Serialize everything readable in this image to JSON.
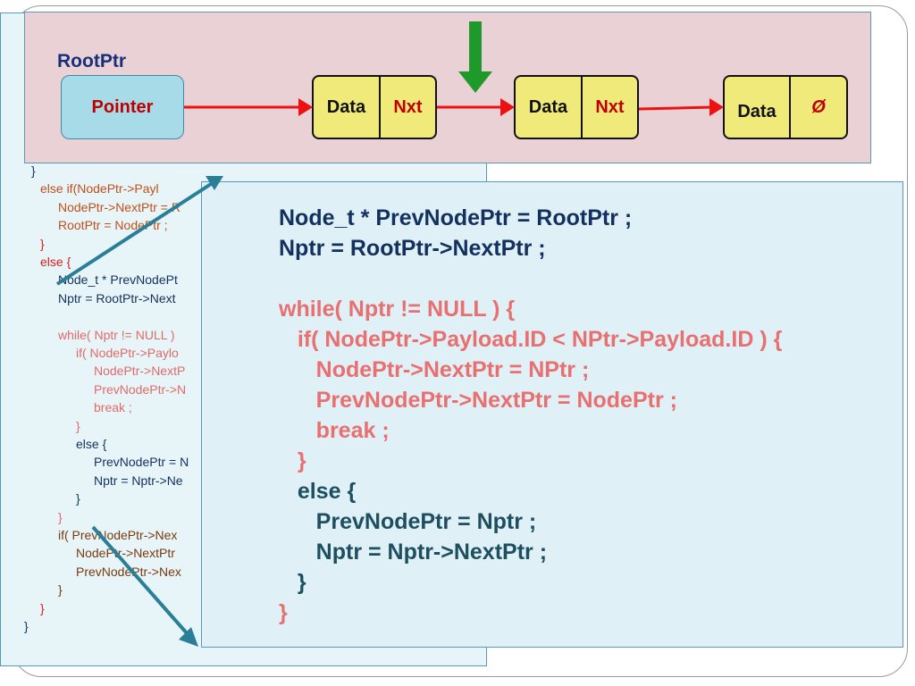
{
  "diagram": {
    "root_label": "RootPtr",
    "pointer_label": "Pointer",
    "nodes": [
      {
        "data": "Data",
        "next": "Nxt"
      },
      {
        "data": "Data",
        "next": "Nxt"
      },
      {
        "data": "Data",
        "next": "Ø"
      }
    ],
    "colors": {
      "panel": "#ead1d6",
      "pointer_box": "#a7dbe7",
      "node_fill": "#f0ea7a",
      "link_arrow": "#ee1111",
      "insert_arrow": "#1f9a2a",
      "callout_arrow": "#2a7f98"
    }
  },
  "background_code": [
    {
      "text": "}",
      "color": "c-navy"
    },
    {
      "text": "else if(NodePtr->Payl",
      "color": "c-orange"
    },
    {
      "text": "NodePtr->NextPtr = R",
      "color": "c-orange"
    },
    {
      "text": "RootPtr = NodePtr ;",
      "color": "c-orange"
    },
    {
      "text": "}",
      "color": "c-red"
    },
    {
      "text": "else {",
      "color": "c-red"
    },
    {
      "text": "Node_t * PrevNodePt",
      "color": "c-navy"
    },
    {
      "text": "Nptr = RootPtr->Next",
      "color": "c-navy"
    },
    {
      "text": "",
      "color": "c-navy"
    },
    {
      "text": "while( Nptr != NULL )",
      "color": "c-pink"
    },
    {
      "text": "if( NodePtr->Paylo",
      "color": "c-pink"
    },
    {
      "text": "NodePtr->NextP",
      "color": "c-pink"
    },
    {
      "text": "PrevNodePtr->N",
      "color": "c-pink"
    },
    {
      "text": "break ;",
      "color": "c-pink"
    },
    {
      "text": "}",
      "color": "c-pink"
    },
    {
      "text": "else {",
      "color": "c-navy"
    },
    {
      "text": "PrevNodePtr = N",
      "color": "c-navy"
    },
    {
      "text": "Nptr = Nptr->Ne",
      "color": "c-navy"
    },
    {
      "text": "}",
      "color": "c-navy"
    },
    {
      "text": "}",
      "color": "c-pink"
    },
    {
      "text": "if( PrevNodePtr->Nex",
      "color": "c-brown"
    },
    {
      "text": "NodePtr->NextPtr",
      "color": "c-brown"
    },
    {
      "text": "PrevNodePtr->Nex",
      "color": "c-brown"
    },
    {
      "text": "}",
      "color": "c-brown"
    },
    {
      "text": "}",
      "color": "c-red"
    },
    {
      "text": "}",
      "color": "c-navy"
    }
  ],
  "code": [
    {
      "text": "Node_t * PrevNodePtr = RootPtr ;",
      "color": "b-navy"
    },
    {
      "text": "Nptr = RootPtr->NextPtr ;",
      "color": "b-navy"
    },
    {
      "text": "",
      "color": "b-navy"
    },
    {
      "text": "while( Nptr != NULL ) {",
      "color": "b-pink"
    },
    {
      "text": "   if( NodePtr->Payload.ID < NPtr->Payload.ID ) {",
      "color": "b-pink"
    },
    {
      "text": "      NodePtr->NextPtr = NPtr ;",
      "color": "b-pink"
    },
    {
      "text": "      PrevNodePtr->NextPtr = NodePtr ;",
      "color": "b-pink"
    },
    {
      "text": "      break ;",
      "color": "b-pink"
    },
    {
      "text": "   }",
      "color": "b-pink"
    },
    {
      "text": "   else {",
      "color": "b-teal"
    },
    {
      "text": "      PrevNodePtr = Nptr ;",
      "color": "b-teal"
    },
    {
      "text": "      Nptr = Nptr->NextPtr ;",
      "color": "b-teal"
    },
    {
      "text": "   }",
      "color": "b-teal"
    },
    {
      "text": "}",
      "color": "b-pink"
    }
  ]
}
